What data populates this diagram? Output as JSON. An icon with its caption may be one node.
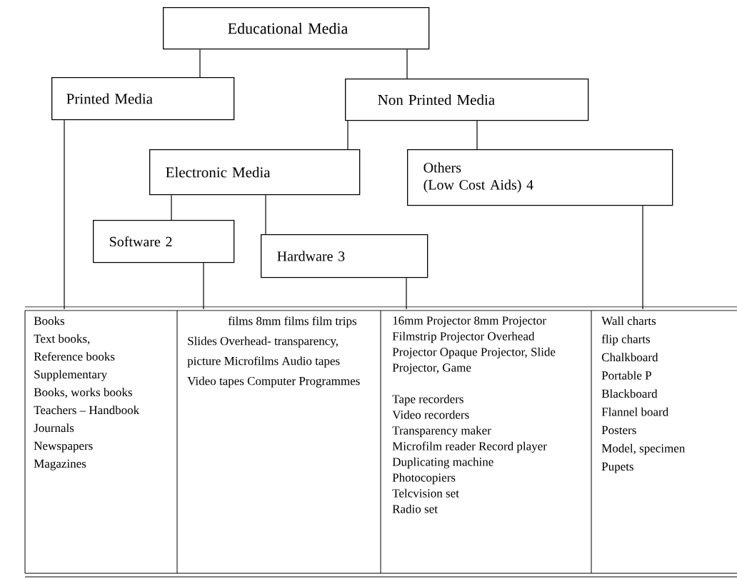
{
  "diagram": {
    "nodes": [
      {
        "text": [
          "Educational Media"
        ]
      },
      {
        "text": [
          "Printed Media"
        ]
      },
      {
        "text": [
          "Non Printed Media"
        ]
      },
      {
        "text": [
          "Electronic Media"
        ]
      },
      {
        "text": [
          "Others",
          "(Low Cost Aids) 4"
        ]
      },
      {
        "text": [
          "Software 2"
        ]
      },
      {
        "text": [
          "Hardware 3"
        ]
      },
      {
        "text": [
          "Books",
          "Text books,",
          "Reference books",
          "Supplementary",
          "Books, works books",
          "Teachers – Handbook",
          "Journals",
          "Newspapers",
          "Magazines"
        ]
      },
      {
        "text": [
          "films 8mm films film trips Slides Overhead- transparency, picture Microfilms Audio tapes Video tapes Computer Programmes"
        ]
      },
      {
        "text": [
          "16mm Projector 8mm Projector Filmstrip Projector Overhead Projector Opaque Projector, Slide Projector, Game",
          "Tape recorders",
          "Video recorders",
          "Transparency maker",
          "Microfilm reader Record player",
          "Duplicating machine",
          "Photocopiers",
          "Telcvision set",
          "Radio set"
        ]
      },
      {
        "text": [
          "Wall charts",
          "flip charts",
          "Chalkboard",
          "Portable P",
          "Blackboard",
          "Flannel board",
          "Posters",
          "Model, specimen",
          "Pupets"
        ]
      }
    ],
    "edges": [
      {
        "from": 0,
        "to": 1,
        "arrow": "none"
      },
      {
        "from": 0,
        "to": 2,
        "arrow": "none"
      },
      {
        "from": 2,
        "to": 3,
        "arrow": "none"
      },
      {
        "from": 2,
        "to": 4,
        "arrow": "none"
      },
      {
        "from": 3,
        "to": 5,
        "arrow": "none"
      },
      {
        "from": 3,
        "to": 6,
        "arrow": "none"
      },
      {
        "from": 1,
        "to": 7,
        "arrow": "none"
      },
      {
        "from": 5,
        "to": 8,
        "arrow": "none"
      },
      {
        "from": 6,
        "to": 9,
        "arrow": "none"
      },
      {
        "from": 4,
        "to": 10,
        "arrow": "none"
      }
    ]
  }
}
